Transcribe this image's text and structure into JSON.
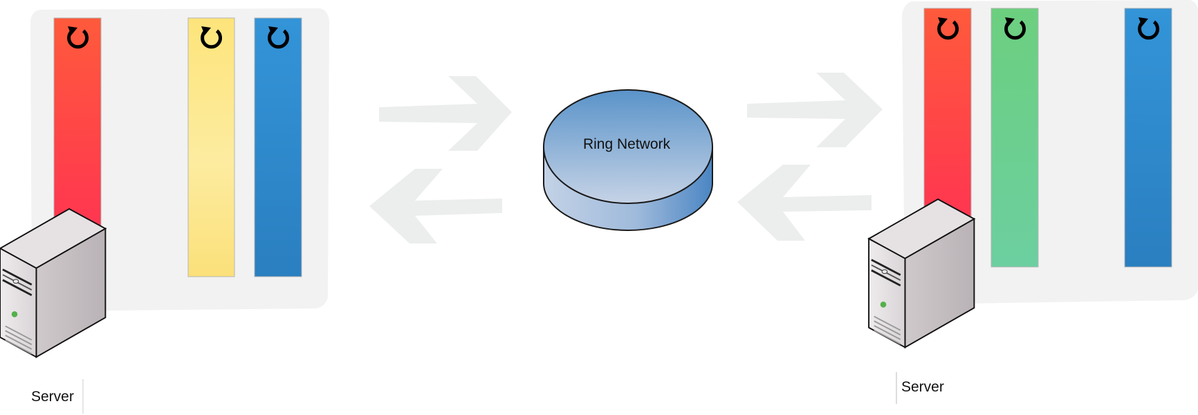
{
  "diagram": {
    "network": {
      "label": "Ring Network",
      "colors": {
        "top": "#5a93c9",
        "top_light": "#c6d3e6",
        "side": "#4b86c4",
        "side_light": "#c3d2e6",
        "stroke": "#1a1a1a"
      }
    },
    "left_node": {
      "server_label": "Server",
      "bars": [
        {
          "color_top": "#ff5a3c",
          "color_bottom": "#ff2d55",
          "icon": "refresh-icon"
        },
        {
          "color_top": "#fde47a",
          "color_bottom": "#fbe07a",
          "icon": "refresh-icon"
        },
        {
          "color_top": "#3394d8",
          "color_bottom": "#2a7fc0",
          "icon": "refresh-icon"
        }
      ]
    },
    "right_node": {
      "server_label": "Server",
      "bars": [
        {
          "color_top": "#ff5a3c",
          "color_bottom": "#ff2d55",
          "icon": "refresh-icon"
        },
        {
          "color_top": "#6ccf7f",
          "color_bottom": "#6ccfa0",
          "icon": "refresh-icon"
        },
        {
          "color_top": "#3394d8",
          "color_bottom": "#2a7fc0",
          "icon": "refresh-icon"
        }
      ]
    },
    "arrow_color": "#eceeee",
    "panel_color": "#f2f2f2"
  }
}
